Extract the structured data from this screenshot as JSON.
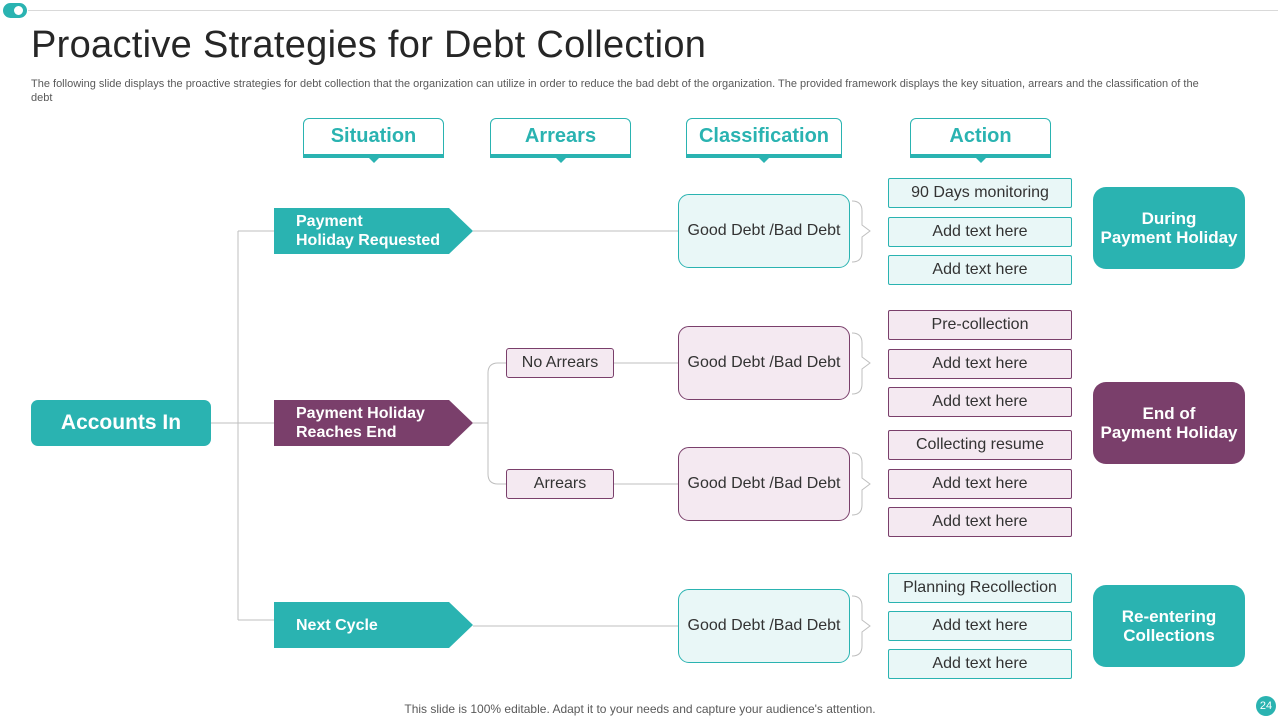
{
  "slide": {
    "title": "Proactive Strategies for Debt Collection",
    "subtitle": "The following slide displays the proactive strategies for debt collection that the organization can utilize in order to reduce the bad debt of the organization. The provided framework displays the key situation, arrears and the classification of the debt",
    "footer": "This slide is 100% editable. Adapt it to your needs and capture your audience's attention.",
    "page_number": "24"
  },
  "columns": [
    "Situation",
    "Arrears",
    "Classification",
    "Action"
  ],
  "root": "Accounts In",
  "situations": [
    "Payment\nHoliday Requested",
    "Payment Holiday\nReaches End",
    "Next Cycle"
  ],
  "arrears": [
    "No Arrears",
    "Arrears"
  ],
  "classification": [
    "Good Debt /Bad Debt",
    "Good Debt /Bad Debt",
    "Good Debt /Bad Debt",
    "Good Debt /Bad Debt"
  ],
  "actions": [
    [
      "90 Days monitoring",
      "Add text here",
      "Add text here"
    ],
    [
      "Pre-collection",
      "Add text here",
      "Add text here"
    ],
    [
      "Collecting resume",
      "Add text here",
      "Add text here"
    ],
    [
      "Planning Recollection",
      "Add text here",
      "Add text here"
    ]
  ],
  "phases": [
    "During\nPayment Holiday",
    "End of\nPayment Holiday",
    "Re-entering\nCollections"
  ],
  "colors": {
    "teal": "#2ab3b1",
    "plum": "#7a3f6b",
    "teal_light": "#e9f7f7",
    "plum_light": "#f4e9f1"
  }
}
